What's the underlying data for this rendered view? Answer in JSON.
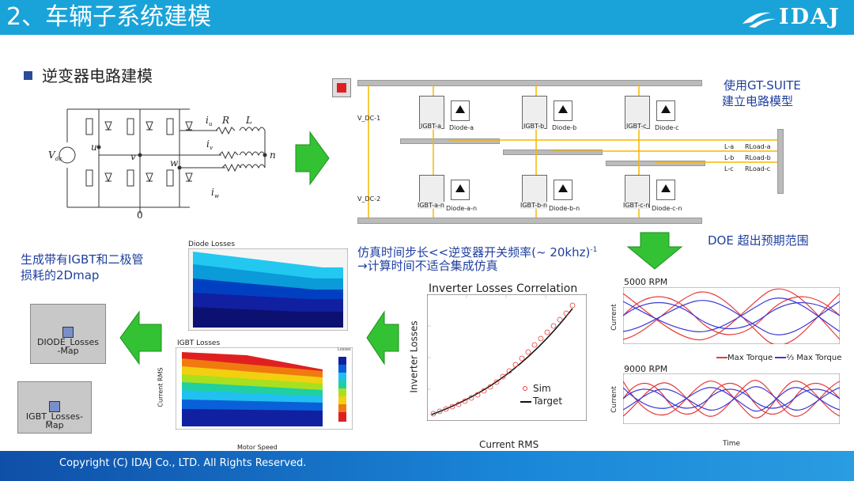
{
  "header": {
    "title": "2、车辆子系统建模",
    "logo_text": "IDAJ"
  },
  "subtitle": "逆变器电路建模",
  "gt_note": {
    "line1": "使用GT-SUITE",
    "line2": "建立电路模型"
  },
  "doe_note": "DOE 超出预期范围",
  "sim_note": {
    "line1_a": "仿真时间步长<<逆变器开关频率(~ 20khz)",
    "line1_sup": "-1",
    "line2": "→计算时间不适合集成仿真"
  },
  "map_note": {
    "line1": "生成带有IGBT和二极管",
    "line2": "损耗的2Dmap"
  },
  "circuit": {
    "labels": {
      "Vdc": "V",
      "dc": "dc",
      "iu": "i",
      "u_sub": "u",
      "R": "R",
      "L": "L",
      "iv": "i",
      "v_sub": "v",
      "iw": "i",
      "w_sub": "w",
      "n": "n",
      "u": "u",
      "v": "v",
      "w": "w",
      "zero": "0"
    }
  },
  "gt_model": {
    "vdc1": "V_DC-1",
    "vdc2": "V_DC-2",
    "top": [
      "IGBT-a",
      "Diode-a",
      "IGBT-b",
      "Diode-b",
      "IGBT-c",
      "Diode-c"
    ],
    "bottom": [
      "IGBT-a-n",
      "Diode-a-n",
      "IGBT-b-n",
      "Diode-b-n",
      "IGBT-c-n",
      "Diode-c-n"
    ],
    "loads": [
      "L-a",
      "RLoad-a",
      "L-b",
      "RLoad-b",
      "L-c",
      "RLoad-c"
    ]
  },
  "diode_map": {
    "title": "Diode Losses"
  },
  "igbt_map": {
    "title": "IGBT Losses",
    "ylabel": "Current RMS",
    "xlabel": "Motor Speed",
    "legend_title": "Losses"
  },
  "gray_boxes": {
    "diode": "DIODE_Losses -Map",
    "igbt": "IGBT_Losses-Map"
  },
  "correlation": {
    "title": "Inverter Losses Correlation",
    "ylabel": "Inverter Losses",
    "xlabel": "Current RMS",
    "legend_sim": "Sim",
    "legend_target": "Target"
  },
  "wave1": {
    "title": "5000 RPM",
    "ylabel": "Current"
  },
  "wave2": {
    "title": "9000 RPM",
    "ylabel": "Current",
    "xlabel": "Time"
  },
  "wave_legend": {
    "max": "Max Torque",
    "two_thirds": "⅔ Max Torque"
  },
  "footer": {
    "copyright": "Copyright (C)  IDAJ Co., LTD. All Rights Reserved."
  },
  "colors": {
    "header": "#1aa3d9",
    "green": "#33c233",
    "red": "#e83a3a",
    "blue": "#3a3ad8"
  }
}
